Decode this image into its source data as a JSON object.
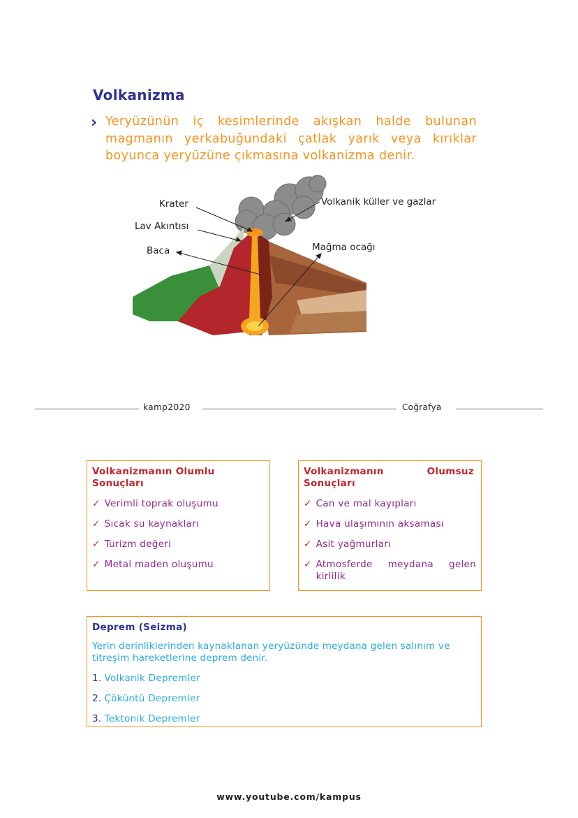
{
  "section_title": "Volkanizma",
  "intro_text": "Yeryüzünün iç kesimlerinde akışkan halde bulunan magmanın yerkabuğundaki çatlak yarık veya kırıklar boyunca yeryüzüne çıkmasına volkanizma denir.",
  "figure_labels": {
    "krater": "Krater",
    "lav": "Lav Akıntısı",
    "baca": "Baca",
    "kuller": "Volkanik küller ve gazlar",
    "magma": "Mağma ocağı"
  },
  "footer": {
    "brand": "kamp2020",
    "subject": "Coğrafya"
  },
  "positive_box": {
    "title": "Volkanizmanın Olumlu Sonuçları",
    "items": [
      "Verimli toprak oluşumu",
      "Sıcak su kaynakları",
      "Turizm değeri",
      "Metal maden oluşumu"
    ]
  },
  "negative_box": {
    "title_line1": "Volkanizmanın Olumsuz",
    "title_line2": "Sonuçları",
    "items": [
      "Can ve mal kayıpları",
      "Hava ulaşımının aksaması",
      "Asit yağmurları",
      "Atmosferde meydana gelen kirlilik"
    ]
  },
  "quake_box": {
    "title": "Deprem (Seizma)",
    "description": "Yerin derinliklerinden kaynaklanan yeryüzünde meydana gelen salınım ve titreşim hareketlerine deprem denir.",
    "items": [
      {
        "num": "1.",
        "text": "Volkanik Depremler"
      },
      {
        "num": "2.",
        "text": "Çöküntü Depremler"
      },
      {
        "num": "3.",
        "text": "Tektonik Depremler"
      }
    ]
  },
  "check_mark": "✓",
  "intro_marker": "›",
  "url": "www.youtube.com/kampus",
  "colors": {
    "heading_blue": "#2e3192",
    "orange": "#f7931e",
    "red": "#c1272d",
    "purple": "#92278f",
    "cyan": "#29abe2"
  }
}
